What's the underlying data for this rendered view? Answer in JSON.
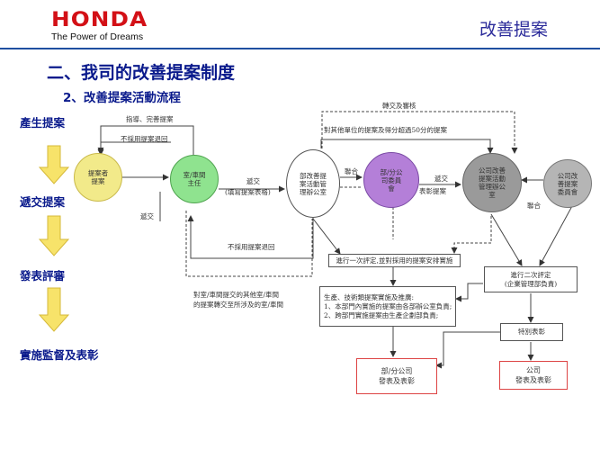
{
  "header": {
    "brand": "HONDA",
    "tagline": "The Power of Dreams",
    "title": "改善提案"
  },
  "main_title": "二、我司的改善提案制度",
  "sub_title": "2、改善提案活動流程",
  "stages": [
    "產生提案",
    "遞交提案",
    "發表評審",
    "實施監督及表彰"
  ],
  "nodes": {
    "proposer": [
      "提案者",
      "提案"
    ],
    "section_head": [
      "室/車間",
      "主任"
    ],
    "office": [
      "部改善提",
      "案活動管",
      "理辦公室"
    ],
    "dept_committee": [
      "部/分公",
      "司委員",
      "會"
    ],
    "company_office": [
      "公司改善",
      "提案活動",
      "管理辦公",
      "室"
    ],
    "company_committee": [
      "公司改",
      "善提案",
      "委員會"
    ]
  },
  "labels": {
    "guide": "指導、完善提案",
    "reject_top": "不採用提案退回",
    "submit_1": "遞交",
    "fill_form": "(填寫提案表格)",
    "submit_down": "遞交",
    "reject_bottom": "不採用提案退回",
    "other_units": [
      "對室/車間提交的其他室/車間",
      "的提案轉交至所涉及的室/車間"
    ],
    "transfer_review": "轉交及審核",
    "over_50": "對其他單位的提案及得分超過50分的提案",
    "cosign_1": "聯合",
    "submit_2": "遞交",
    "award_proposal": "表彰提案",
    "cosign_2": "聯合",
    "first_review": "進行一次評定,並對採用的提案安排實施",
    "second_review": [
      "進行二次評定",
      "(企業管理部負責)"
    ],
    "implement": [
      "生產、技術類提案實施及推廣:",
      "1、本部門內實施的提案由各部辦公室負責;",
      "2、跨部門實施提案由生產企劃部負責;"
    ],
    "special_award": "特別表彰",
    "dept_publish": [
      "部/分公司",
      "發表及表彰"
    ],
    "company_publish": [
      "公司",
      "發表及表彰"
    ]
  },
  "colors": {
    "brand_red": "#d31016",
    "title_blue": "#0a1a8c",
    "arrow_yellow": "#f7e36a",
    "proposer_fill": "#f2ea8a",
    "section_fill": "#8fe38f",
    "committee_fill": "#b47fd8",
    "company_office_fill": "#9a9a9a",
    "company_committee_fill": "#b5b5b5"
  }
}
